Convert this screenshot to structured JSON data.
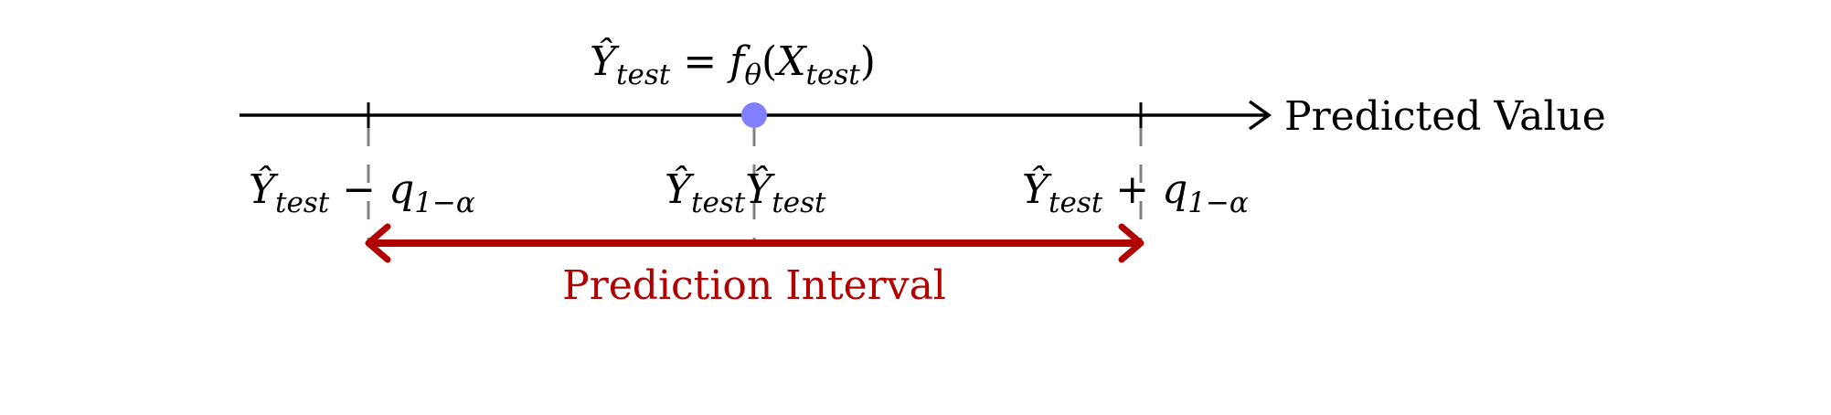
{
  "diagram": {
    "top_label": {
      "y_hat": "Ŷ",
      "sub": "test",
      "eq": " = ",
      "f": "f",
      "f_sub": "θ",
      "open": "(",
      "x": "X",
      "x_sub": "test",
      "close": ")"
    },
    "axis_label": "Predicted Value",
    "left_label": {
      "y_hat": "Ŷ",
      "sub": "test",
      "op": " − ",
      "q": "q",
      "q_sub": "1−α"
    },
    "center_label": {
      "y_hat": "Ŷ",
      "sub": "test",
      "y_hat2": "Ŷ",
      "sub2": "test"
    },
    "right_label": {
      "y_hat": "Ŷ",
      "sub": "test",
      "op": " + ",
      "q": "q",
      "q_sub": "1−α"
    },
    "interval_label": "Prediction Interval",
    "colors": {
      "point": "#7f7fff",
      "interval": "#b00000",
      "guide": "#808080",
      "axis": "#000000"
    }
  }
}
